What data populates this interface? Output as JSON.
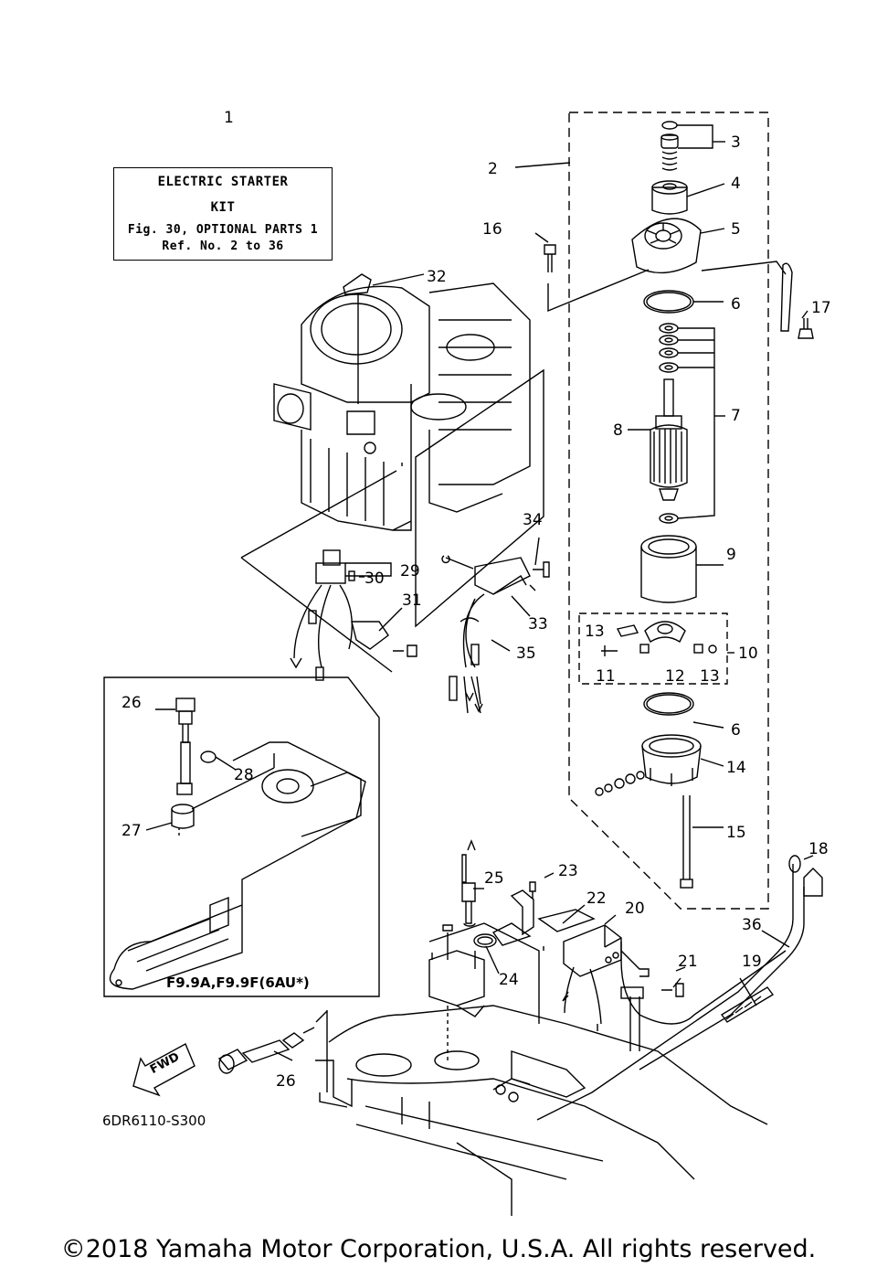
{
  "kit_box": {
    "line1": "ELECTRIC STARTER",
    "line2": "KIT",
    "line3": "Fig. 30, OPTIONAL PARTS 1",
    "line4": "Ref. No. 2 to 36"
  },
  "callouts": {
    "c1": "1",
    "c2": "2",
    "c3": "3",
    "c4": "4",
    "c5": "5",
    "c6a": "6",
    "c6b": "6",
    "c7": "7",
    "c8": "8",
    "c9": "9",
    "c10": "10",
    "c11": "11",
    "c12": "12",
    "c13a": "13",
    "c13b": "13",
    "c14": "14",
    "c15": "15",
    "c16": "16",
    "c17": "17",
    "c18": "18",
    "c19": "19",
    "c20": "20",
    "c21": "21",
    "c22": "22",
    "c23": "23",
    "c24": "24",
    "c25": "25",
    "c26a": "26",
    "c26b": "26",
    "c27": "27",
    "c28": "28",
    "c29": "29",
    "c30": "30",
    "c31": "31",
    "c32": "32",
    "c33": "33",
    "c34": "34",
    "c35": "35",
    "c36": "36"
  },
  "fwd_label": "FWD",
  "model_label": "F9.9A,F9.9F(6AU*)",
  "diagram_code": "6DR6110-S300",
  "copyright": "©2018 Yamaha Motor Corporation, U.S.A. All rights reserved."
}
